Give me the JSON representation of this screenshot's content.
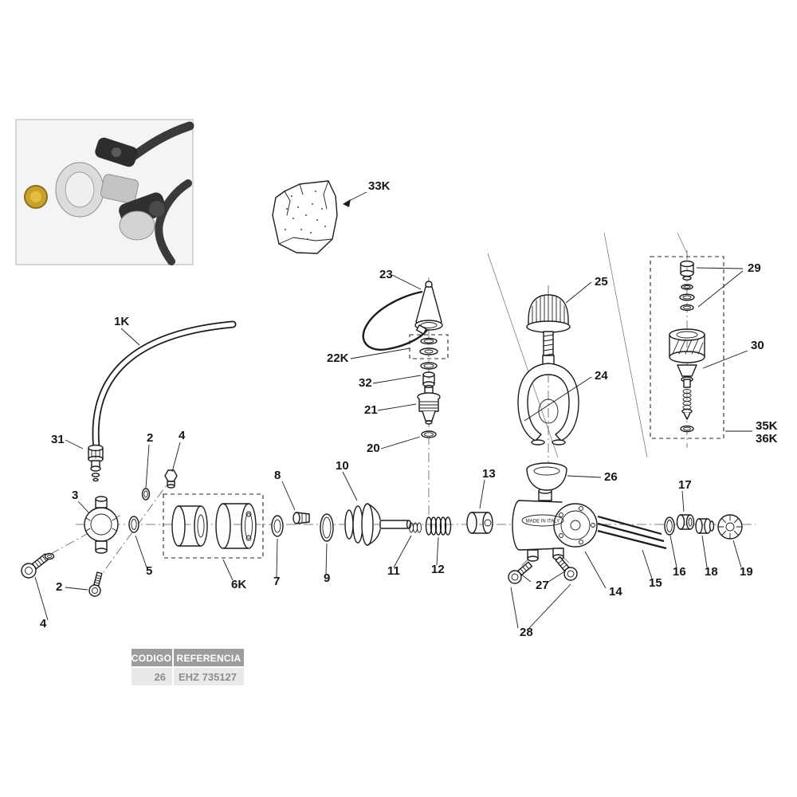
{
  "labels": {
    "k33": "33K",
    "n23": "23",
    "n25": "25",
    "n29": "29",
    "k1": "1K",
    "k22": "22K",
    "n32": "32",
    "n30": "30",
    "n24": "24",
    "n21": "21",
    "n31": "31",
    "n2": "2",
    "n4": "4",
    "n20": "20",
    "k35": "35K",
    "k36": "36K",
    "n26": "26",
    "n10": "10",
    "n13": "13",
    "n17": "17",
    "n8": "8",
    "n3": "3",
    "n5": "5",
    "k6": "6K",
    "n7": "7",
    "n9": "9",
    "n11": "11",
    "n12": "12",
    "n14": "14",
    "n15": "15",
    "n16": "16",
    "n18": "18",
    "n19": "19",
    "n27": "27",
    "n28": "28"
  },
  "body_marking": "MADE IN ITALY",
  "table": {
    "codigo_label": "CODIGO",
    "referencia_label": "REFERENCIA",
    "codigo_value": "26",
    "referencia_value": "EHZ 735127"
  },
  "colors": {
    "table_header_bg": "#9d9d9d",
    "table_row_bg": "#e9e9e9",
    "line": "#1b1b1b",
    "photo_knob_accent": "#c9a22c"
  }
}
